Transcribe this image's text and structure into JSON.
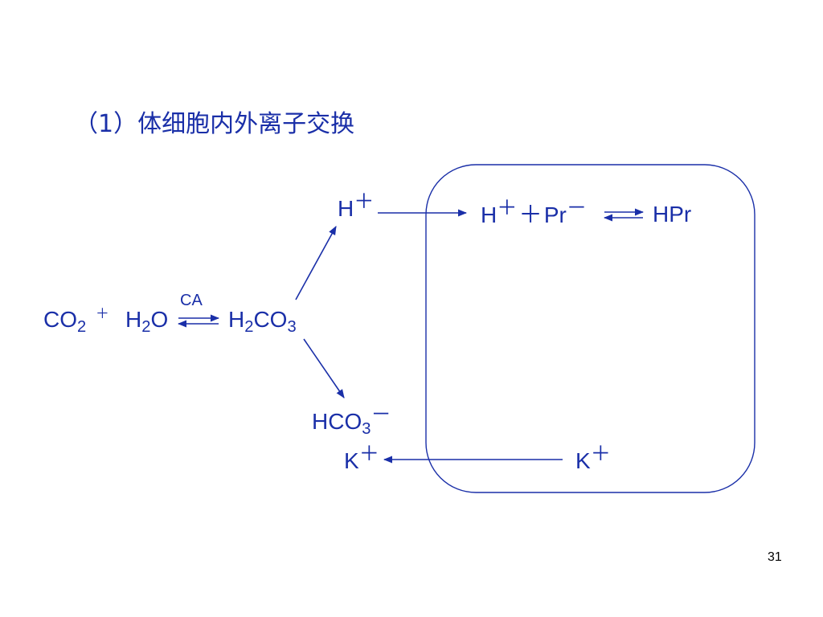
{
  "colors": {
    "accent": "#1a2fa8",
    "page_number": "#000000",
    "background": "#ffffff"
  },
  "title": "（1）体细胞内外离子交换",
  "equation": {
    "co2": "CO",
    "co2_sub": "2",
    "plus": "＋",
    "h2o_h": "H",
    "h2o_sub": "2",
    "h2o_o": "O",
    "enzyme": "CA",
    "h2co3_h": "H",
    "h2co3_sub1": "2",
    "h2co3_co": "CO",
    "h2co3_sub2": "3"
  },
  "hydrogen_ion": {
    "symbol": "H",
    "charge": "＋"
  },
  "bicarbonate": {
    "symbol": "HCO",
    "sub": "3",
    "charge": "－"
  },
  "potassium_outside": {
    "symbol": "K",
    "charge": "＋"
  },
  "cell_inside": {
    "buffer_reaction": {
      "h_symbol": "H",
      "h_charge": "＋",
      "plus": "＋",
      "pr_symbol": "Pr",
      "pr_charge": "－",
      "product": "HPr"
    },
    "potassium": {
      "symbol": "K",
      "charge": "＋"
    }
  },
  "page_number": "31"
}
